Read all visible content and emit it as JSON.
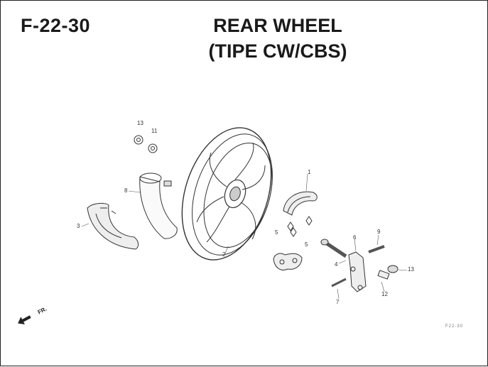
{
  "header": {
    "code": "F-22-30",
    "title_line1": "REAR WHEEL",
    "title_line2": "(TIPE CW/CBS)"
  },
  "callouts": [
    "1",
    "2",
    "3",
    "4",
    "5",
    "5",
    "6",
    "7",
    "8",
    "9",
    "11",
    "12",
    "13",
    "13"
  ],
  "direction_label": "FR.",
  "figure_ref": "F22-30"
}
